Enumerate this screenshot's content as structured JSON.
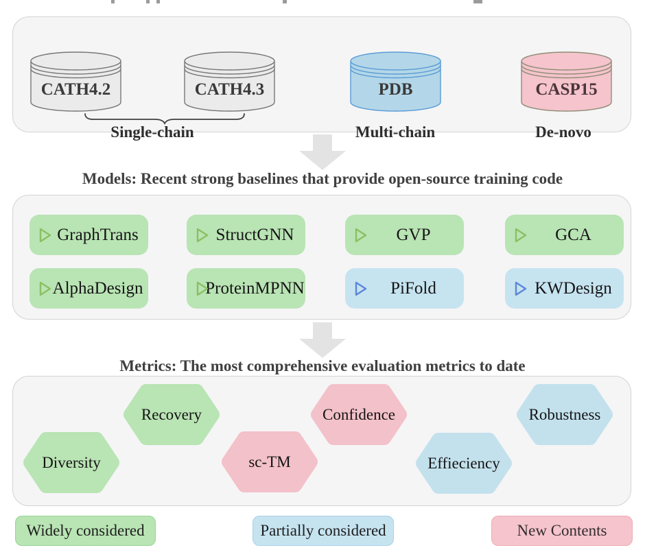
{
  "datasets": {
    "items": [
      {
        "label": "CATH4.2",
        "type": "gray"
      },
      {
        "label": "CATH4.3",
        "type": "gray"
      },
      {
        "label": "PDB",
        "type": "blue"
      },
      {
        "label": "CASP15",
        "type": "pink"
      }
    ],
    "groups": [
      {
        "label": "Single-chain"
      },
      {
        "label": "Multi-chain"
      },
      {
        "label": "De-novo"
      }
    ]
  },
  "models": {
    "title": "Models: Recent strong baselines that provide open-source training code",
    "items": [
      {
        "label": "GraphTrans",
        "type": "green"
      },
      {
        "label": "StructGNN",
        "type": "green"
      },
      {
        "label": "GVP",
        "type": "green"
      },
      {
        "label": "GCA",
        "type": "green"
      },
      {
        "label": "AlphaDesign",
        "type": "green"
      },
      {
        "label": "ProteinMPNN",
        "type": "green"
      },
      {
        "label": "PiFold",
        "type": "blue"
      },
      {
        "label": "KWDesign",
        "type": "blue"
      }
    ]
  },
  "metrics": {
    "title": "Metrics: The most comprehensive evaluation metrics to date",
    "items": [
      {
        "label": "Diversity",
        "type": "green"
      },
      {
        "label": "Recovery",
        "type": "green"
      },
      {
        "label": "sc-TM",
        "type": "pink"
      },
      {
        "label": "Confidence",
        "type": "pink"
      },
      {
        "label": "Effieciency",
        "type": "blue"
      },
      {
        "label": "Robustness",
        "type": "blue"
      }
    ]
  },
  "legend": {
    "items": [
      {
        "label": "Widely considered",
        "type": "green"
      },
      {
        "label": "Partially considered",
        "type": "blue"
      },
      {
        "label": "New Contents",
        "type": "pink"
      }
    ]
  },
  "colors": {
    "widely_considered_green": "#b9e4b4",
    "partially_considered_blue": "#c6e3f0",
    "new_contents_pink": "#f5c4cc",
    "gray_cylinder": "#ebebeb",
    "panel_background": "#f5f5f6",
    "arrow_gray": "#e3e3e3"
  }
}
